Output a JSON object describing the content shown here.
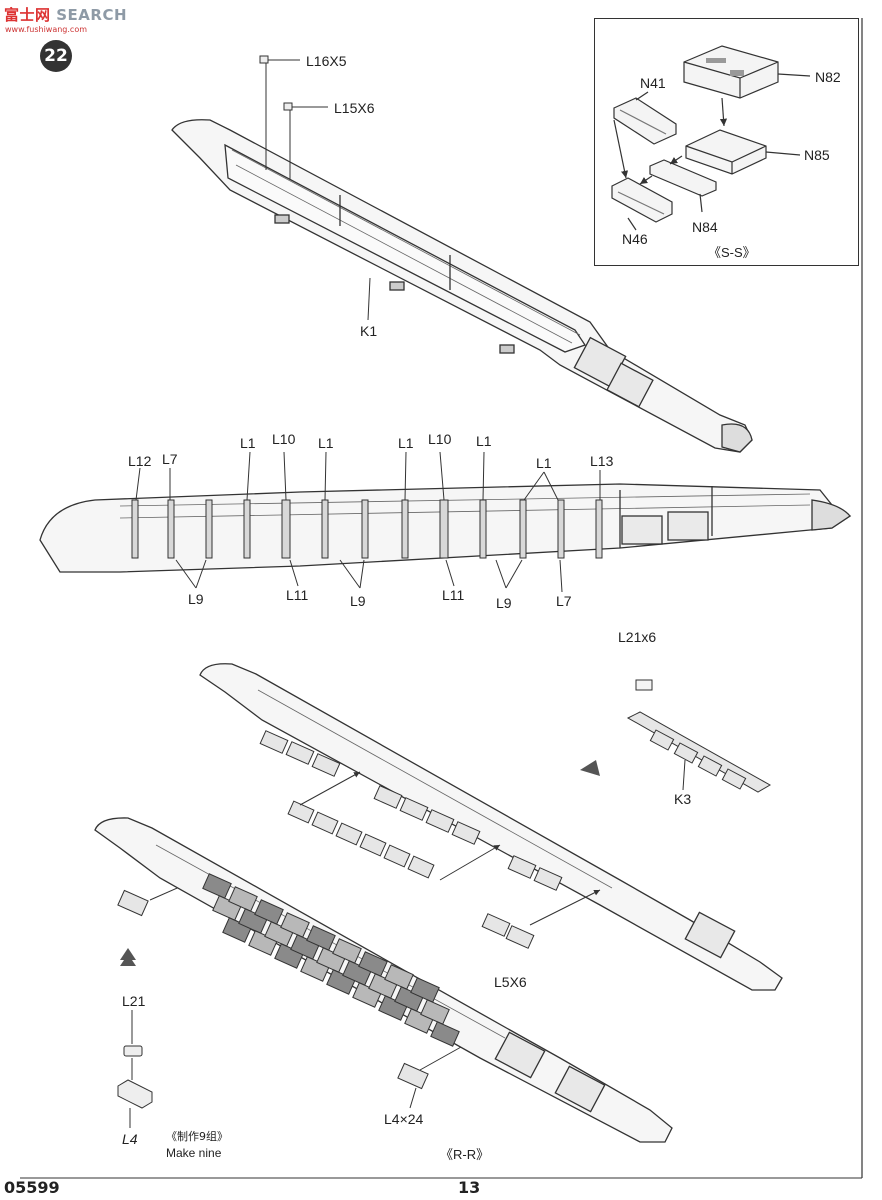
{
  "watermark": {
    "brand_red": "富士网",
    "brand_gray": "SEARCH",
    "sub": "www.fushiwang.com"
  },
  "step_number": "22",
  "inset": {
    "parts": [
      "N41",
      "N82",
      "N85",
      "N84",
      "N46"
    ],
    "caption": "《S-S》"
  },
  "top_view": {
    "label_a": "L16X5",
    "label_b": "L15X6",
    "label_main": "K1"
  },
  "side_view": {
    "top_labels": [
      "L12",
      "L7",
      "L1",
      "L10",
      "L1",
      "L1",
      "L10",
      "L1",
      "L1",
      "L13"
    ],
    "bottom_labels": [
      "L9",
      "L11",
      "L9",
      "L11",
      "L9",
      "L7"
    ]
  },
  "lower_view": {
    "label_l21x6": "L21x6",
    "label_k3": "K3",
    "label_l5x6": "L5X6",
    "label_l21": "L21",
    "label_l4": "L4",
    "label_l4x24": "L4×24",
    "note_cn": "《制作9组》",
    "note_en": "Make nine",
    "caption": "《R-R》"
  },
  "footer": {
    "code": "05599",
    "page": "13"
  },
  "colors": {
    "line": "#333333",
    "fill_light": "#f4f4f4",
    "fill_dark": "#888888",
    "badge": "#333333",
    "watermark_red": "#dd3333"
  }
}
